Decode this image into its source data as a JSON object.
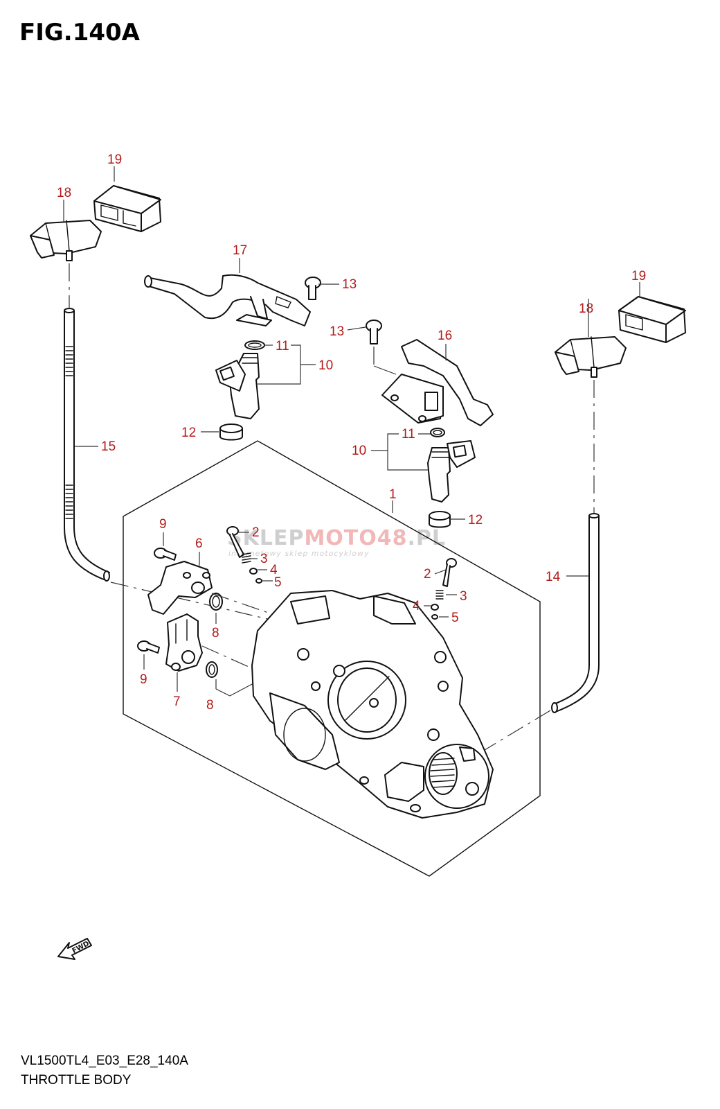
{
  "figure": {
    "title": "FIG.140A",
    "code": "VL1500TL4_E03_E28_140A",
    "name": "THROTTLE BODY"
  },
  "watermark": {
    "brand_prefix": "SKLEP",
    "brand_mid": "MOTO",
    "brand_num": "48",
    "brand_suffix": ".PL",
    "tagline": "internetowy sklep motocyklowy"
  },
  "fwd_label": "FWD",
  "callouts": {
    "c1": "1",
    "c2a": "2",
    "c2b": "2",
    "c3a": "3",
    "c3b": "3",
    "c4a": "4",
    "c4b": "4",
    "c5a": "5",
    "c5b": "5",
    "c6": "6",
    "c7": "7",
    "c8a": "8",
    "c8b": "8",
    "c9a": "9",
    "c9b": "9",
    "c10a": "10",
    "c10b": "10",
    "c11a": "11",
    "c11b": "11",
    "c12a": "12",
    "c12b": "12",
    "c13a": "13",
    "c13b": "13",
    "c14": "14",
    "c15": "15",
    "c16": "16",
    "c17": "17",
    "c18a": "18",
    "c18b": "18",
    "c19a": "19",
    "c19b": "19"
  },
  "colors": {
    "callout": "#b31b1b",
    "line": "#111111",
    "watermark": "#cfcfcf"
  }
}
